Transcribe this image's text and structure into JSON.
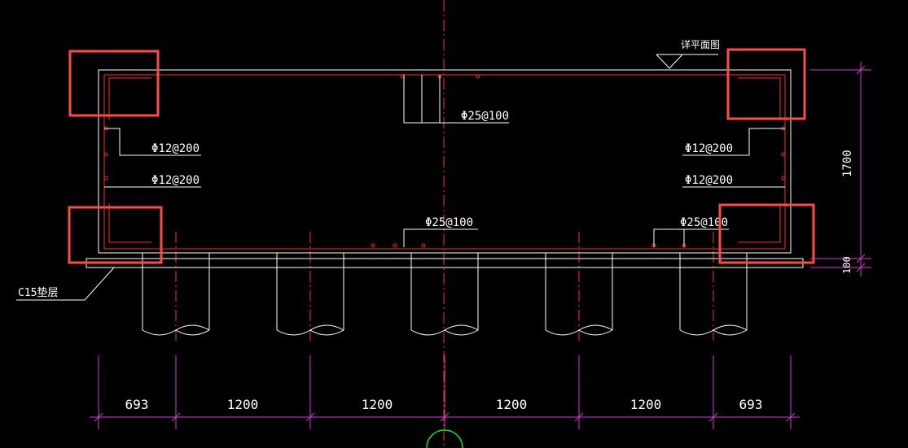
{
  "labels": {
    "section_mark": "详平面图",
    "top_bar": "Φ25@100",
    "bottom_bar": "Φ25@100",
    "bottom_bar_right": "Φ25@100",
    "side_bar_left_1": "Φ12@200",
    "side_bar_left_2": "Φ12@200",
    "side_bar_right_1": "Φ12@200",
    "side_bar_right_2": "Φ12@200",
    "cushion": "C15垫层"
  },
  "dimensions": {
    "horizontal": [
      "693",
      "1200",
      "1200",
      "1200",
      "1200",
      "693"
    ],
    "vertical_main": "1700",
    "vertical_cushion": "100"
  },
  "colors": {
    "background": "#000000",
    "outline": "#ffffff",
    "rebar": "#ff2a2a",
    "dimension": "#d23cd2",
    "axis_bubble": "#2bd02b",
    "highlight": "#ff4a4a"
  },
  "highlight_boxes": 4
}
